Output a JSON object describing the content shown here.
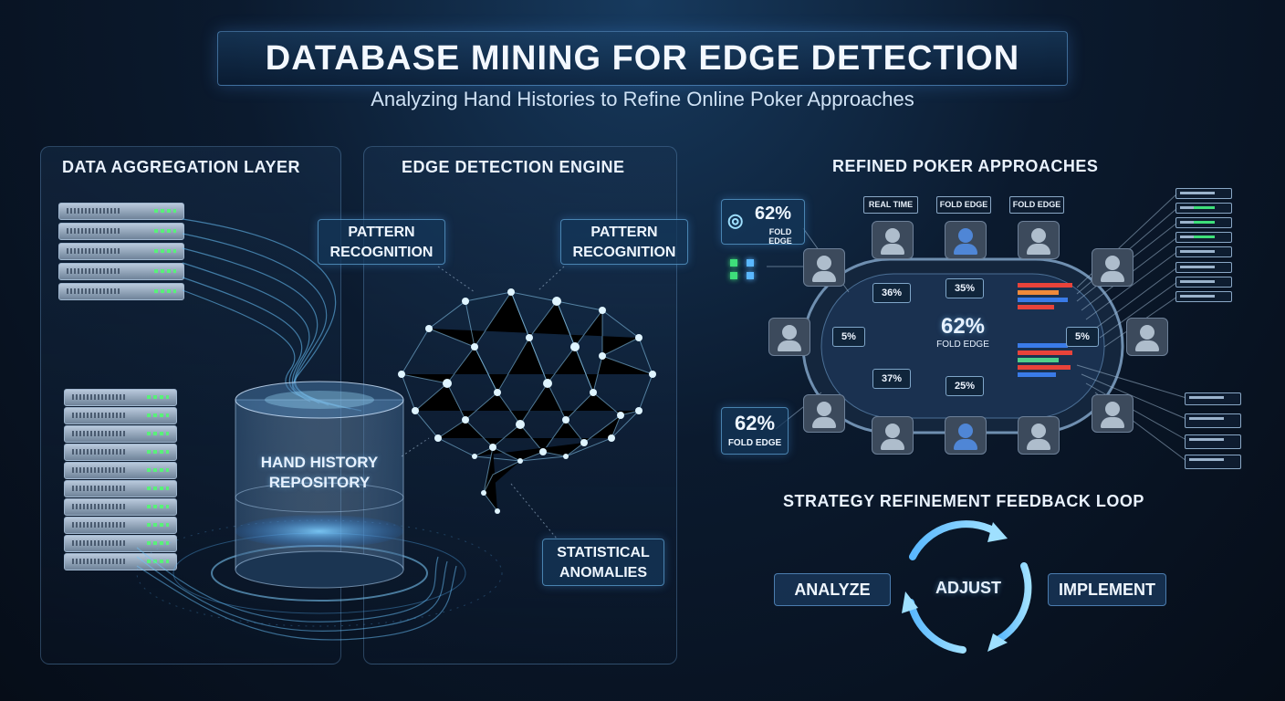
{
  "header": {
    "title": "DATABASE MINING FOR EDGE DETECTION",
    "subtitle": "Analyzing Hand Histories to Refine Online Poker Approaches"
  },
  "aggregation": {
    "title": "DATA AGGREGATION LAYER",
    "repository_label": "HAND HISTORY REPOSITORY"
  },
  "engine": {
    "title": "EDGE DETECTION ENGINE",
    "pattern_left": "PATTERN RECOGNITION",
    "pattern_right": "PATTERN RECOGNITION",
    "anomalies": "STATISTICAL ANOMALIES"
  },
  "poker": {
    "title": "REFINED POKER APPROACHES",
    "top_labels": [
      "REAL TIME",
      "FOLD EDGE",
      "FOLD EDGE"
    ],
    "callout_top": {
      "value": "62%",
      "label": "FOLD EDGE"
    },
    "callout_bottom": {
      "value": "62%",
      "label": "FOLD EDGE"
    },
    "center": {
      "value": "62%",
      "label": "FOLD EDGE"
    },
    "stats": [
      "36%",
      "35%",
      "5%",
      "37%",
      "25%",
      "5%"
    ]
  },
  "feedback": {
    "title": "STRATEGY REFINEMENT FEEDBACK LOOP",
    "analyze": "ANALYZE",
    "adjust": "ADJUST",
    "implement": "IMPLEMENT"
  },
  "colors": {
    "accent": "#5ab8ff",
    "server_led": "#59f07a",
    "heat_red": "#e8433a",
    "heat_blue": "#3a7be8"
  }
}
